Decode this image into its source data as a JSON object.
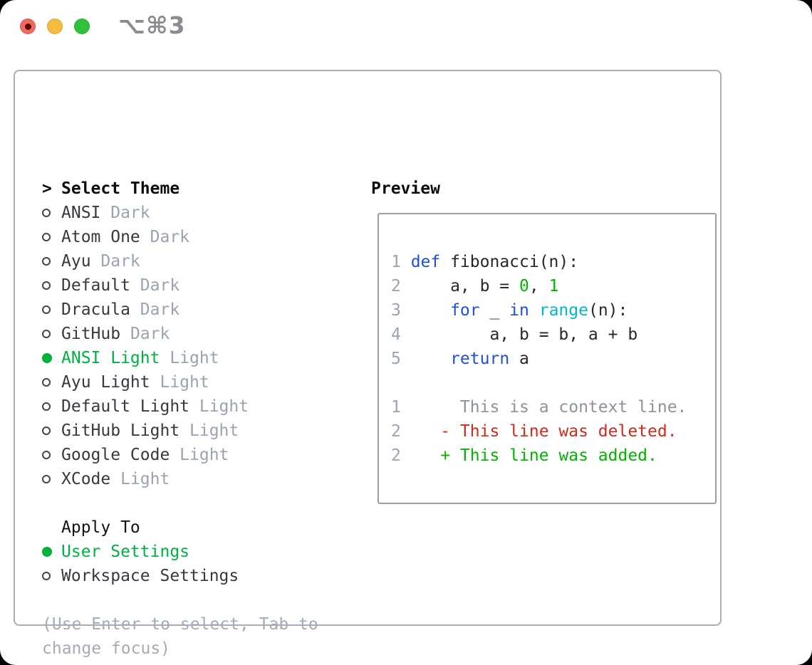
{
  "window": {
    "title": "⌥⌘3"
  },
  "traffic_lights": {
    "close": "close-button",
    "minimize": "minimize-button",
    "zoom": "zoom-button"
  },
  "theme_picker": {
    "header_marker": ">",
    "header_label": "Select Theme",
    "items": [
      {
        "name": "ANSI",
        "tag": "Dark",
        "selected": false
      },
      {
        "name": "Atom One",
        "tag": "Dark",
        "selected": false
      },
      {
        "name": "Ayu",
        "tag": "Dark",
        "selected": false
      },
      {
        "name": "Default",
        "tag": "Dark",
        "selected": false
      },
      {
        "name": "Dracula",
        "tag": "Dark",
        "selected": false
      },
      {
        "name": "GitHub",
        "tag": "Dark",
        "selected": false
      },
      {
        "name": "ANSI Light",
        "tag": "Light",
        "selected": true
      },
      {
        "name": "Ayu Light",
        "tag": "Light",
        "selected": false
      },
      {
        "name": "Default Light",
        "tag": "Light",
        "selected": false
      },
      {
        "name": "GitHub Light",
        "tag": "Light",
        "selected": false
      },
      {
        "name": "Google Code",
        "tag": "Light",
        "selected": false
      },
      {
        "name": "XCode",
        "tag": "Light",
        "selected": false
      }
    ]
  },
  "apply_to": {
    "label": "Apply To",
    "options": [
      {
        "name": "User Settings",
        "selected": true
      },
      {
        "name": "Workspace Settings",
        "selected": false
      }
    ]
  },
  "help_text": "(Use Enter to select, Tab to change focus)",
  "preview": {
    "label": "Preview",
    "lines": [
      {
        "num": "1",
        "tokens": [
          {
            "t": "def",
            "c": "kw"
          },
          {
            "t": " fibonacci(n):",
            "c": "fg"
          }
        ]
      },
      {
        "num": "2",
        "tokens": [
          {
            "t": "    a, b = ",
            "c": "fg"
          },
          {
            "t": "0",
            "c": "num"
          },
          {
            "t": ", ",
            "c": "fg"
          },
          {
            "t": "1",
            "c": "num"
          }
        ]
      },
      {
        "num": "3",
        "tokens": [
          {
            "t": "    ",
            "c": "fg"
          },
          {
            "t": "for",
            "c": "kw"
          },
          {
            "t": " _ ",
            "c": "fg"
          },
          {
            "t": "in",
            "c": "kw"
          },
          {
            "t": " ",
            "c": "fg"
          },
          {
            "t": "range",
            "c": "builtin"
          },
          {
            "t": "(n):",
            "c": "fg"
          }
        ]
      },
      {
        "num": "4",
        "tokens": [
          {
            "t": "        a, b = b, a + b",
            "c": "fg"
          }
        ]
      },
      {
        "num": "5",
        "tokens": [
          {
            "t": "    ",
            "c": "fg"
          },
          {
            "t": "return",
            "c": "kw"
          },
          {
            "t": " a",
            "c": "fg"
          }
        ]
      },
      {
        "num": "",
        "tokens": []
      },
      {
        "num": "1",
        "tokens": [
          {
            "t": "     This is a context line.",
            "c": "ctx"
          }
        ]
      },
      {
        "num": "2",
        "tokens": [
          {
            "t": "   - This line was deleted.",
            "c": "del"
          }
        ]
      },
      {
        "num": "2",
        "tokens": [
          {
            "t": "   + This line was added.",
            "c": "add"
          }
        ]
      }
    ]
  },
  "colors": {
    "ui_selected_green": "#00b13f",
    "keyword_blue": "#1e4fd8",
    "builtin_cyan": "#00b7c7",
    "code_green": "#00b400",
    "deleted_red": "#cb2c1d",
    "muted_gray": "#9aa3b1",
    "panel_border": "#a7aeb8",
    "traffic_red": "#ee6a5f",
    "traffic_yellow": "#f6bc3e",
    "traffic_green": "#31c13c"
  }
}
